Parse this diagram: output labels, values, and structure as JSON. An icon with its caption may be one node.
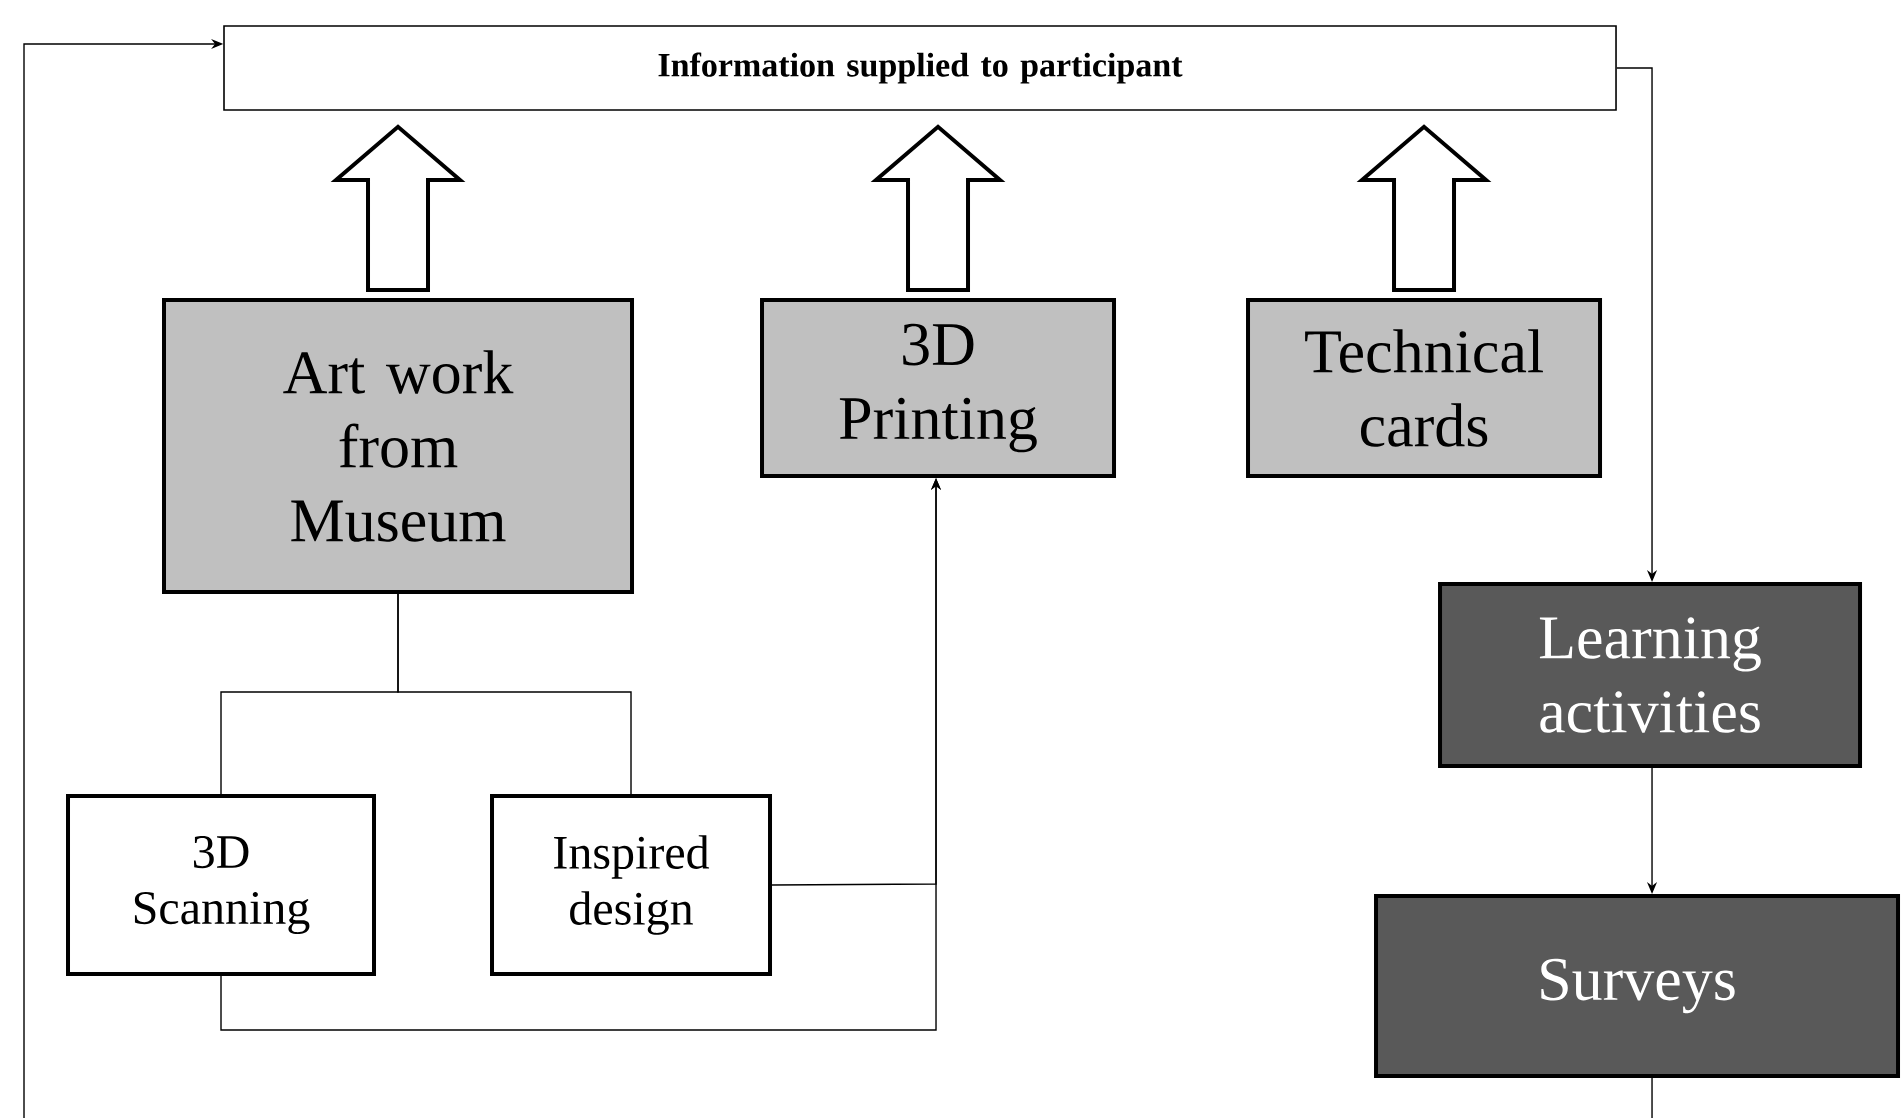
{
  "diagram": {
    "nodes": [
      {
        "text": [
          "Information supplied to participant"
        ]
      },
      {
        "text": [
          "Art work from Museum"
        ]
      },
      {
        "text": [
          "3D Printing"
        ]
      },
      {
        "text": [
          "Technical cards"
        ]
      },
      {
        "text": [
          "Learning activities"
        ]
      },
      {
        "text": [
          "Surveys"
        ]
      },
      {
        "text": [
          "3D Scanning"
        ]
      },
      {
        "text": [
          "Inspired design"
        ]
      }
    ],
    "edges": [
      {
        "from": 1,
        "to": 0,
        "arrow": "to",
        "style": "thick"
      },
      {
        "from": 2,
        "to": 0,
        "arrow": "to",
        "style": "thick"
      },
      {
        "from": 3,
        "to": 0,
        "arrow": "to",
        "style": "thick"
      },
      {
        "from": 1,
        "to": 6,
        "arrow": "none"
      },
      {
        "from": 1,
        "to": 7,
        "arrow": "none"
      },
      {
        "from": 7,
        "to": 2,
        "arrow": "to"
      },
      {
        "from": 6,
        "to": 2,
        "arrow": "to"
      },
      {
        "from": 0,
        "to": 4,
        "arrow": "to"
      },
      {
        "from": 4,
        "to": 5,
        "arrow": "to"
      },
      {
        "from": 5,
        "to": null,
        "arrow": "none"
      },
      {
        "from": null,
        "to": 0,
        "arrow": "to"
      }
    ]
  }
}
